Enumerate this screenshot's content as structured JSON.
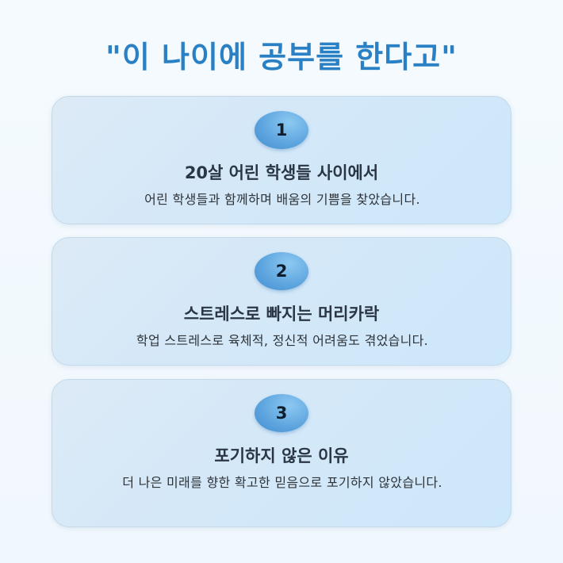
{
  "page": {
    "title": "\"이 나이에 공부를 한다고\""
  },
  "cards": [
    {
      "number": "1",
      "title": "20살 어린 학생들 사이에서",
      "description": "어린 학생들과 함께하며 배움의 기쁨을 찾았습니다."
    },
    {
      "number": "2",
      "title": "스트레스로 빠지는 머리카락",
      "description": "학업 스트레스로 육체적, 정신적 어려움도 겪었습니다."
    },
    {
      "number": "3",
      "title": "포기하지 않은 이유",
      "description": "더 나은 미래를 향한 확고한 믿음으로 포기하지 않았습니다."
    }
  ],
  "colors": {
    "title": "#2a80c4",
    "card_bg": "#d4e8f8",
    "badge": "#5fa6df",
    "background": "#f4fafe"
  }
}
